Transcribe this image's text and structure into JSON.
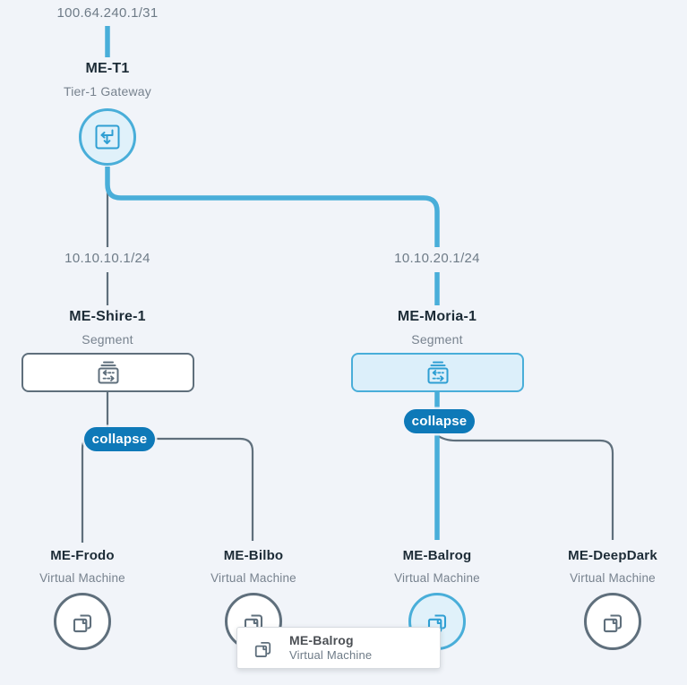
{
  "colors": {
    "background": "#f1f4f9",
    "accent_blue": "#49aed9",
    "accent_blue_fill": "#e0f1fa",
    "pill_blue": "#0e79b8",
    "line_gray": "#5f6f7c",
    "title_dark": "#1c2b36",
    "text_gray": "#77828e"
  },
  "gateway": {
    "uplink_ip": "100.64.240.1/31",
    "name": "ME-T1",
    "type_label": "Tier-1 Gateway",
    "icon": "tier1-gateway-icon"
  },
  "segments": [
    {
      "gateway_ip": "10.10.10.1/24",
      "name": "ME-Shire-1",
      "type_label": "Segment",
      "collapse_label": "collapse",
      "highlighted": false,
      "icon": "segment-icon"
    },
    {
      "gateway_ip": "10.10.20.1/24",
      "name": "ME-Moria-1",
      "type_label": "Segment",
      "collapse_label": "collapse",
      "highlighted": true,
      "icon": "segment-icon"
    }
  ],
  "vms": [
    {
      "name": "ME-Frodo",
      "type_label": "Virtual Machine",
      "highlighted": false,
      "icon": "vm-icon"
    },
    {
      "name": "ME-Bilbo",
      "type_label": "Virtual Machine",
      "highlighted": false,
      "icon": "vm-icon"
    },
    {
      "name": "ME-Balrog",
      "type_label": "Virtual Machine",
      "highlighted": true,
      "icon": "vm-icon"
    },
    {
      "name": "ME-DeepDark",
      "type_label": "Virtual Machine",
      "highlighted": false,
      "icon": "vm-icon"
    }
  ],
  "tooltip": {
    "title": "ME-Balrog",
    "subtitle": "Virtual Machine"
  }
}
